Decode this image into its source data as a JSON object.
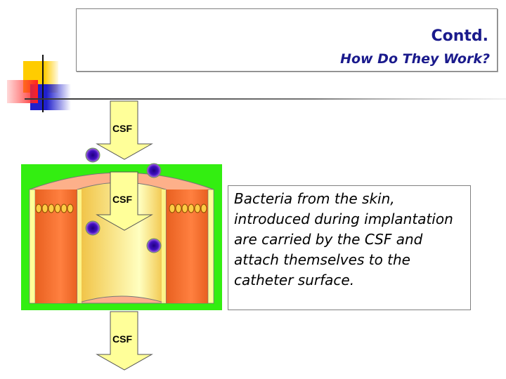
{
  "slide": {
    "title": "Contd.",
    "subtitle": "How Do They Work?",
    "body_text": "Bacteria from the skin, introduced during implantation are carried by the CSF and attach themselves to the catheter surface."
  },
  "diagram": {
    "arrow_labels": [
      "CSF",
      "CSF",
      "CSF"
    ]
  },
  "colors": {
    "title": "#1a1a8c",
    "background_green": "#33ee11",
    "arrow_fill": "#ffff99",
    "bacteria": "#3a0aa0"
  }
}
